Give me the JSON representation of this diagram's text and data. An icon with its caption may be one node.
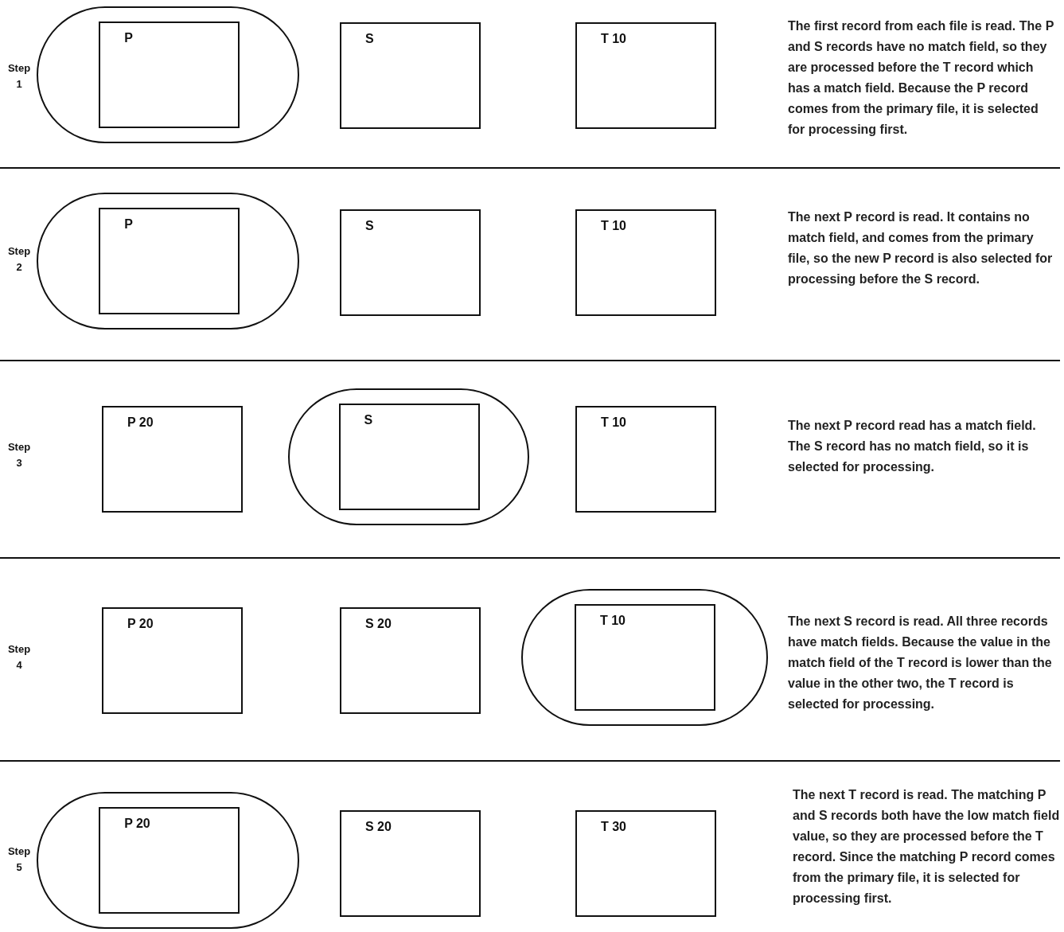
{
  "diagram": {
    "nodes": [
      {
        "text": [],
        "shape": "oval"
      },
      {
        "text": [
          "P"
        ],
        "in": 0
      },
      {
        "text": [
          "S"
        ]
      },
      {
        "text": [
          "T 10"
        ]
      },
      {
        "text": [],
        "shape": "oval"
      },
      {
        "text": [
          "P"
        ],
        "in": 4
      },
      {
        "text": [
          "S"
        ]
      },
      {
        "text": [
          "T 10"
        ]
      },
      {
        "text": [
          "P 20"
        ]
      },
      {
        "text": [],
        "shape": "oval"
      },
      {
        "text": [
          "S"
        ],
        "in": 9
      },
      {
        "text": [
          "T 10"
        ]
      },
      {
        "text": [
          "P 20"
        ]
      },
      {
        "text": [
          "S 20"
        ]
      },
      {
        "text": [],
        "shape": "oval"
      },
      {
        "text": [
          "T 10"
        ],
        "in": 14
      },
      {
        "text": [],
        "shape": "oval"
      },
      {
        "text": [
          "P 20"
        ],
        "in": 16
      },
      {
        "text": [
          "S 20"
        ]
      },
      {
        "text": [
          "T 30"
        ]
      }
    ],
    "labels": [
      "Step 1",
      "The first record from each file is read. The P and S records have no match field, so they are processed before the T record which has a match field. Because the P record comes from the primary file, it is selected for processing first.",
      "Step 2",
      "The next P record is read. It contains no match field, and comes from the primary file, so the new P record is also selected for processing before the S record.",
      "Step 3",
      "The next P record read has a match field. The S record has no match field, so it is selected for processing.",
      "Step 4",
      "The next S record is read. All three records have match fields. Because the value in the match field of the T record is lower than the value in the other two, the T record is selected for processing.",
      "Step 5",
      "The next T record is read. The matching P and S records both have the low match field value, so they are processed before the T record. Since the matching P record comes from the primary file, it is selected for processing first."
    ]
  }
}
